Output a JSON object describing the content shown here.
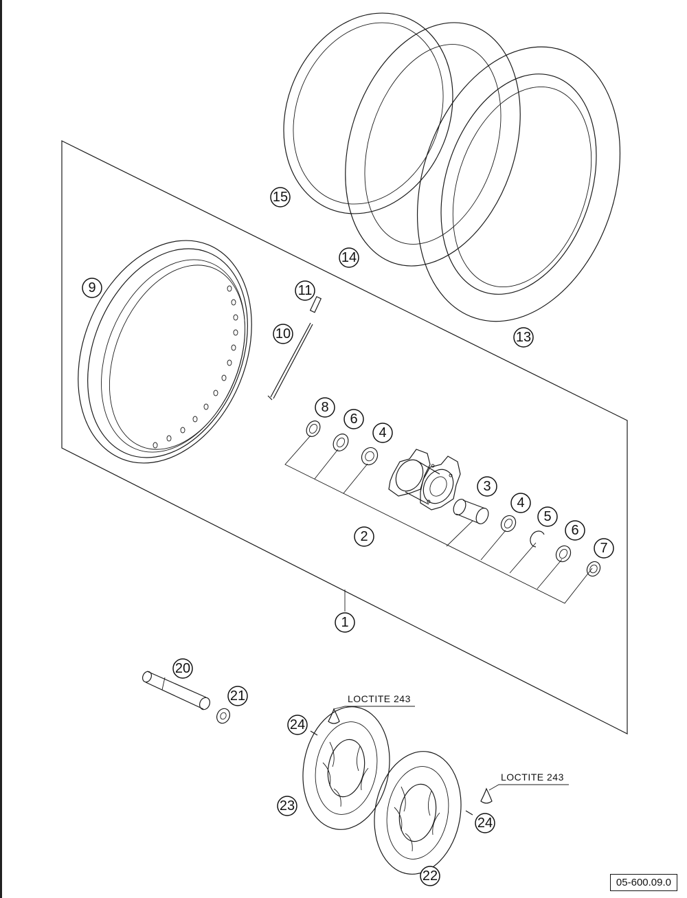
{
  "diagram": {
    "callouts": {
      "c1": "1",
      "c2": "2",
      "c3": "3",
      "c4a": "4",
      "c4b": "4",
      "c5": "5",
      "c6a": "6",
      "c6b": "6",
      "c7": "7",
      "c8": "8",
      "c9": "9",
      "c10": "10",
      "c11": "11",
      "c13": "13",
      "c14": "14",
      "c15": "15",
      "c20": "20",
      "c21": "21",
      "c22": "22",
      "c23": "23",
      "c24a": "24",
      "c24b": "24"
    },
    "notes": {
      "loctite_a": "LOCTITE 243",
      "loctite_b": "LOCTITE 243"
    },
    "drawing_code": "05-600.09.0"
  }
}
